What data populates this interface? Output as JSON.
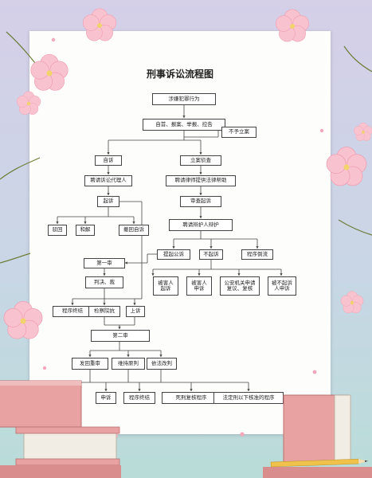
{
  "title": "刑事诉讼流程图",
  "colors": {
    "background_top": "#d5cfe8",
    "background_bottom": "#b9dcd8",
    "paper": "#fdfdfb",
    "line": "#444444",
    "blossom": "#f6b5c3",
    "book": "#e9a2a2"
  },
  "nodes": {
    "suspect": "涉嫌犯罪行为",
    "report": "自首、报案、举报、控告",
    "no_case": "不予立案",
    "private_prosecution": "自诉",
    "filing": "立案侦查",
    "hire_agent": "聘请诉讼代理人",
    "hire_lawyer": "聘请律师提供法律帮助",
    "sue": "起诉",
    "review": "审查起诉",
    "dismiss": "驳回",
    "reconcile": "和解",
    "withdraw": "撤回自诉",
    "hire_defender": "聘请辩护人辩护",
    "public_prosecution": "提起公诉",
    "no_prosecution": "不起诉",
    "procedure_back": "程序倒流",
    "first_trial": "第一审",
    "judgment": "判决、裁",
    "victim_sue": "被害人\n起诉",
    "victim_appeal": "被害人\n申诉",
    "police_review": "公安机关申请\n复议、复核",
    "defendant_appeal": "被不起诉\n人申诉",
    "procedure_end_1": "程序终结",
    "protest": "检察院抗",
    "appeal": "上诉",
    "second_trial": "第二审",
    "remand": "发回重审",
    "uphold": "维持原判",
    "amend": "依法改判",
    "complaint": "申诉",
    "procedure_end_2": "程序终结",
    "death_review": "死刑复核程序",
    "below_statutory": "法定刑以下核准的程序"
  }
}
